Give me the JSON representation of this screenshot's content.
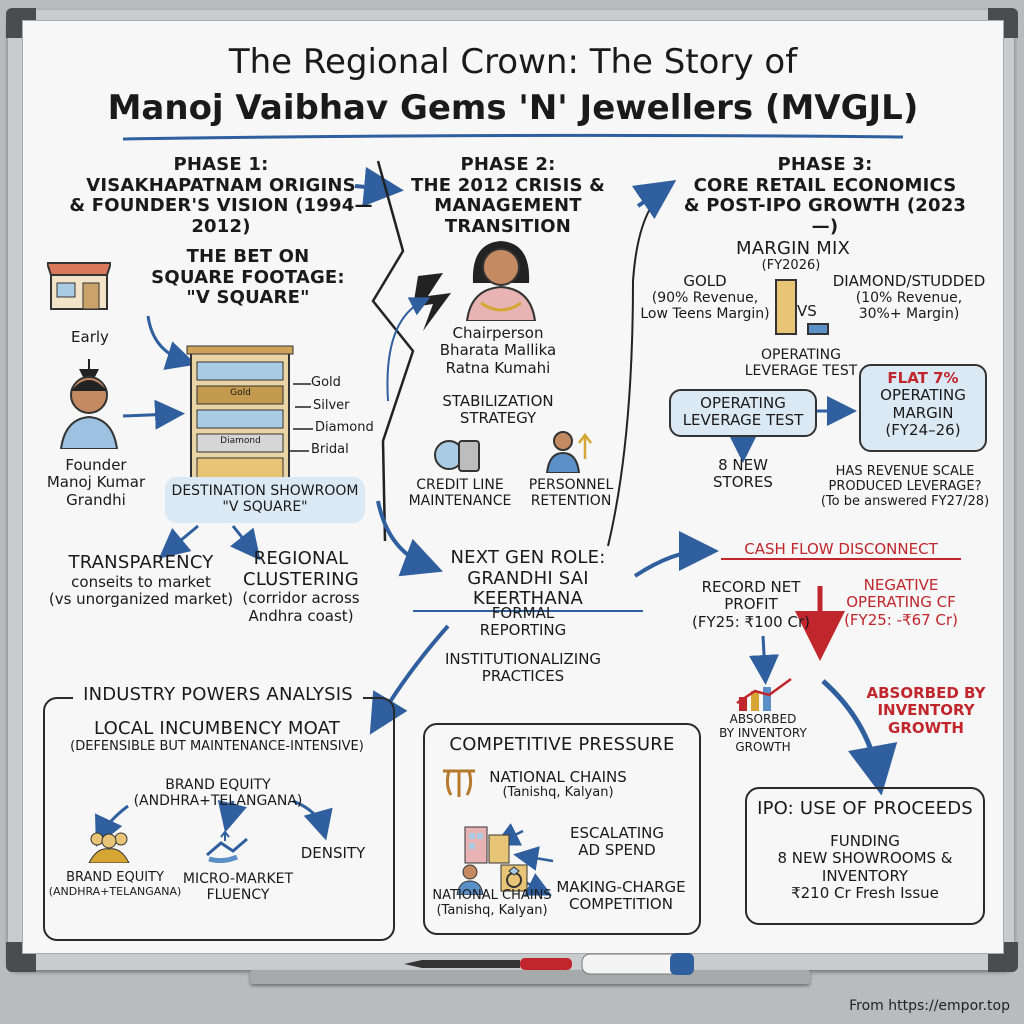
{
  "title": {
    "line1": "The Regional Crown: The Story of",
    "line2": "Manoj Vaibhav Gems 'N' Jewellers (MVGJL)"
  },
  "phase1": {
    "heading": [
      "PHASE 1:",
      "VISAKHAPATNAM ORIGINS",
      "& FOUNDER'S VISION (1994—2012)"
    ],
    "bet": [
      "THE BET ON",
      "SQUARE FOOTAGE:",
      "\"V SQUARE\""
    ],
    "early": "Early",
    "founder": [
      "Founder",
      "Manoj Kumar",
      "Grandhi"
    ],
    "floors": [
      "Gold",
      "Silver",
      "Diamond",
      "Bridal"
    ],
    "building_gold": "Gold",
    "building_diamond": "Diamond",
    "showroom": [
      "DESTINATION SHOWROOM",
      "\"V SQUARE\""
    ],
    "transparency": [
      "TRANSPARENCY",
      "conseits to market",
      "(vs unorganized market)"
    ],
    "clustering": [
      "REGIONAL",
      "CLUSTERING",
      "(corridor across",
      "Andhra coast)"
    ]
  },
  "phase2": {
    "heading": [
      "PHASE 2:",
      "THE 2012 CRISIS &",
      "MANAGEMENT TRANSITION"
    ],
    "chair": [
      "Chairperson",
      "Bharata Mallika",
      "Ratna Kumahi"
    ],
    "strategy": [
      "STABILIZATION",
      "STRATEGY"
    ],
    "credit": [
      "CREDIT LINE",
      "MAINTENANCE"
    ],
    "personnel": [
      "PERSONNEL",
      "RETENTION"
    ],
    "nextgen": [
      "NEXT GEN ROLE:",
      "GRANDHI SAI KEERTHANA"
    ],
    "formal": [
      "FORMAL",
      "REPORTING"
    ],
    "institution": [
      "INSTITUTIONALIZING",
      "PRACTICES"
    ]
  },
  "phase3": {
    "heading": [
      "PHASE 3:",
      "CORE RETAIL ECONOMICS",
      "& POST-IPO GROWTH (2023—)"
    ],
    "margin_mix": "MARGIN MIX",
    "fy": "(FY2026)",
    "gold": [
      "GOLD",
      "(90% Revenue,",
      "Low Teens Margin)"
    ],
    "vs": "VS",
    "diamond": [
      "DIAMOND/STUDDED",
      "(10% Revenue,",
      "30%+ Margin)"
    ],
    "opl_small": [
      "OPERATING",
      "LEVERAGE TEST"
    ],
    "opl_box": [
      "OPERATING",
      "LEVERAGE TEST"
    ],
    "flat": [
      "FLAT 7%",
      "OPERATING",
      "MARGIN",
      "(FY24–26)"
    ],
    "stores": [
      "8 NEW",
      "STORES"
    ],
    "question": [
      "HAS REVENUE SCALE",
      "PRODUCED LEVERAGE?",
      "(To be answered FY27/28)"
    ]
  },
  "cashflow": {
    "title": "CASH FLOW DISCONNECT",
    "profit": [
      "RECORD NET",
      "PROFIT",
      "(FY25: ₹100 Cr)"
    ],
    "negative": [
      "NEGATIVE",
      "OPERATING CF",
      "(FY25: -₹67 Cr)"
    ],
    "absorbed_small": [
      "ABSORBED",
      "BY INVENTORY",
      "GROWTH"
    ],
    "absorbed_big": [
      "ABSORBED BY",
      "INVENTORY",
      "GROWTH"
    ]
  },
  "ipo": {
    "title": "IPO: USE OF PROCEEDS",
    "body": [
      "FUNDING",
      "8 NEW SHOWROOMS &",
      "INVENTORY",
      "₹210 Cr Fresh Issue"
    ]
  },
  "industry": {
    "title": "INDUSTRY POWERS ANALYSIS",
    "moat": [
      "LOCAL INCUMBENCY MOAT",
      "(DEFENSIBLE BUT MAINTENANCE-INTENSIVE)"
    ],
    "brand_top": [
      "BRAND EQUITY",
      "(ANDHRA+TELANGANA)"
    ],
    "brand_bottom": [
      "BRAND EQUITY",
      "(ANDHRA+TELANGANA)"
    ],
    "micro": [
      "MICRO-MARKET",
      "FLUENCY"
    ],
    "density": "DENSITY"
  },
  "competitive": {
    "title": "COMPETITIVE PRESSURE",
    "national_top": [
      "NATIONAL CHAINS",
      "(Tanishq, Kalyan)"
    ],
    "escalating": [
      "ESCALATING",
      "AD SPEND"
    ],
    "national_bottom": [
      "NATIONAL CHAINS",
      "(Tanishq, Kalyan)"
    ],
    "making": [
      "MAKING-CHARGE",
      "COMPETITION"
    ]
  },
  "colors": {
    "blue_arrow": "#2f5f9e",
    "red": "#c0262c",
    "box_fill": "#dbe9f5",
    "gold_bar": "#e8c477",
    "blue_bar": "#5b8fc7"
  },
  "credit": "From https://empor.top"
}
